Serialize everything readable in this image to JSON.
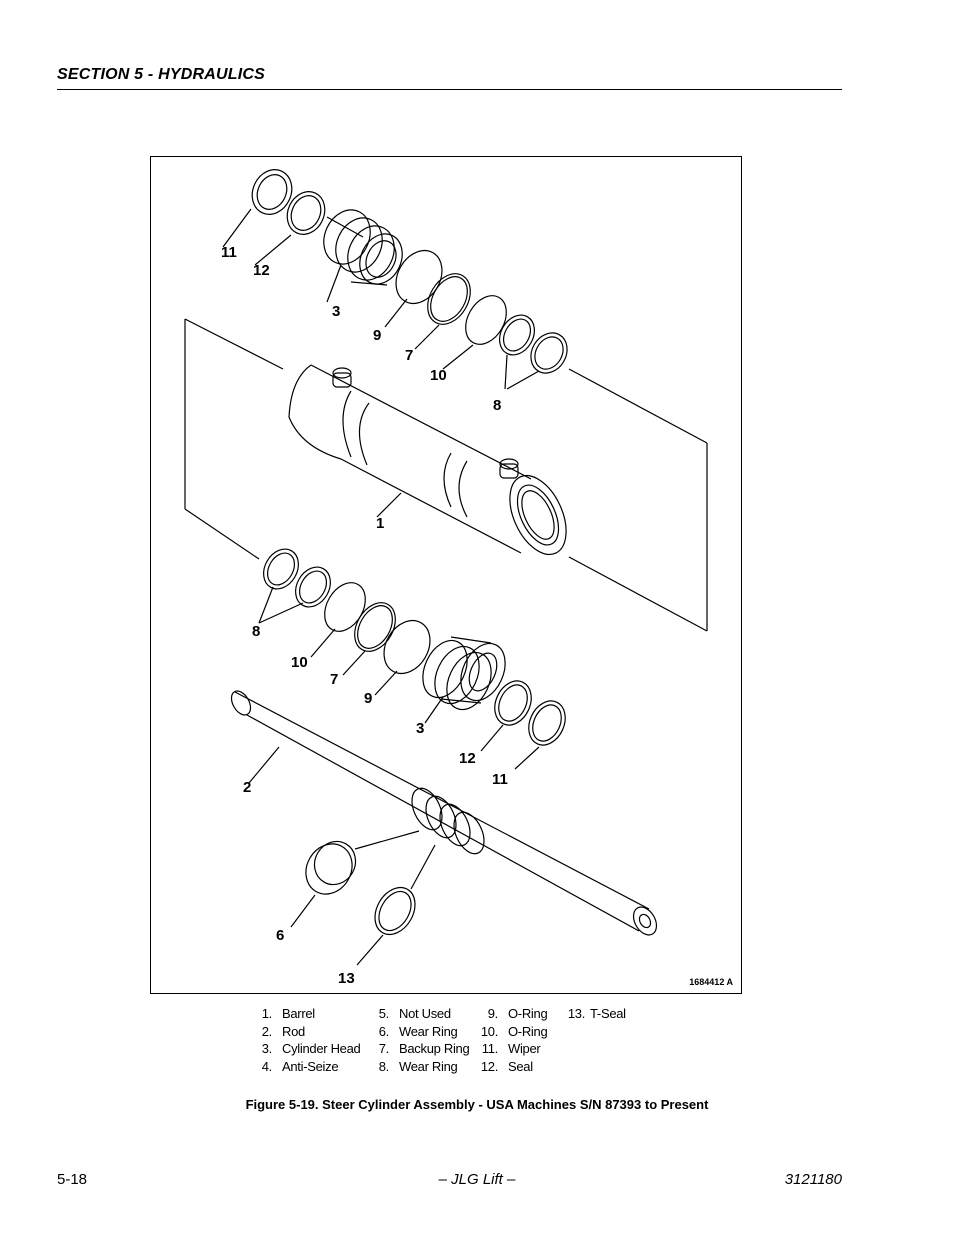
{
  "header": {
    "section_title": "SECTION 5 - HYDRAULICS"
  },
  "figure": {
    "callouts": {
      "c11a": "11",
      "c12a": "12",
      "c3a": "3",
      "c9a": "9",
      "c7a": "7",
      "c10a": "10",
      "c8a": "8",
      "c1": "1",
      "c8b": "8",
      "c10b": "10",
      "c7b": "7",
      "c9b": "9",
      "c3b": "3",
      "c12b": "12",
      "c11b": "11",
      "c2": "2",
      "c6": "6",
      "c13": "13"
    },
    "drawing_number": "1684412 A"
  },
  "legend": {
    "col1": [
      {
        "num": "1.",
        "label": "Barrel"
      },
      {
        "num": "2.",
        "label": "Rod"
      },
      {
        "num": "3.",
        "label": "Cylinder Head"
      },
      {
        "num": "4.",
        "label": "Anti-Seize"
      }
    ],
    "col2": [
      {
        "num": "5.",
        "label": "Not Used"
      },
      {
        "num": "6.",
        "label": "Wear Ring"
      },
      {
        "num": "7.",
        "label": "Backup Ring"
      },
      {
        "num": "8.",
        "label": "Wear Ring"
      }
    ],
    "col3": [
      {
        "num": "9.",
        "label": "O-Ring"
      },
      {
        "num": "10.",
        "label": "O-Ring"
      },
      {
        "num": "11.",
        "label": "Wiper"
      },
      {
        "num": "12.",
        "label": "Seal"
      }
    ],
    "col4": [
      {
        "num": "13.",
        "label": "T-Seal"
      }
    ]
  },
  "caption": "Figure 5-19.  Steer Cylinder Assembly - USA Machines S/N 87393 to Present",
  "footer": {
    "page_number": "5-18",
    "center": "– JLG Lift –",
    "doc_number": "3121180"
  }
}
